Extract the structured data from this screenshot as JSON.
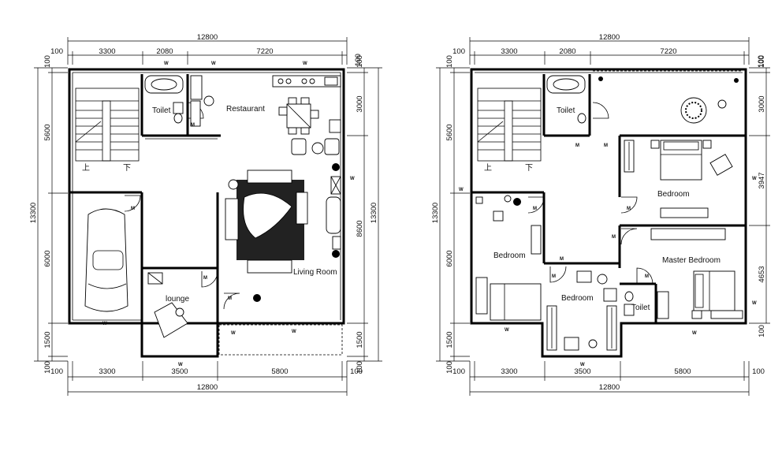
{
  "plans": [
    {
      "id": "ground",
      "dims": {
        "top_total": "12800",
        "top_1": "100",
        "top_2": "3300",
        "top_3": "2080",
        "top_4": "7220",
        "top_5": "100",
        "bottom_total": "12800",
        "bottom_1": "100",
        "bottom_2": "3300",
        "bottom_3": "3500",
        "bottom_4": "5800",
        "bottom_5": "100",
        "left_total": "13300",
        "left_1": "100",
        "left_2": "5600",
        "left_3": "6000",
        "left_4": "1500",
        "left_5": "100",
        "right_total": "13300",
        "right_1": "100",
        "right_2": "3000",
        "right_3": "8600",
        "right_4": "1500",
        "right_5": "100"
      },
      "rooms": {
        "toilet": "Toilet",
        "restaurant": "Restaurant",
        "living": "Living Room",
        "lounge": "lounge"
      },
      "stair": {
        "up": "上",
        "down": "下"
      }
    },
    {
      "id": "upper",
      "dims": {
        "top_total": "12800",
        "top_1": "100",
        "top_2": "3300",
        "top_3": "2080",
        "top_4": "7220",
        "top_5": "100",
        "bottom_total": "12800",
        "bottom_1": "100",
        "bottom_2": "3300",
        "bottom_3": "3500",
        "bottom_4": "5800",
        "bottom_5": "100",
        "left_total": "13300",
        "left_1": "100",
        "left_2": "5600",
        "left_3": "6000",
        "left_4": "1500",
        "left_5": "100",
        "right_1": "100",
        "right_2": "3000",
        "right_3": "3947",
        "right_4": "4653",
        "right_5": "100"
      },
      "rooms": {
        "toilet_top": "Toilet",
        "bedroom_ne": "Bedroom",
        "bedroom_w": "Bedroom",
        "master": "Master Bedroom",
        "bedroom_s": "Bedroom",
        "toilet_s": "Toilet"
      },
      "stair": {
        "up": "上",
        "down": "下"
      }
    }
  ],
  "marks": {
    "window": "W",
    "door": "M"
  }
}
